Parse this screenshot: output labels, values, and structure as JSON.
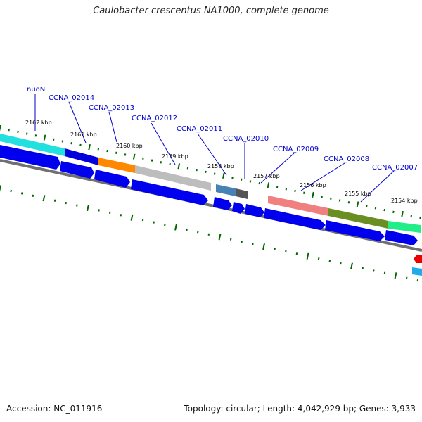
{
  "title": "Caulobacter crescentus NA1000, complete genome",
  "footer": {
    "accession": "Accession: NC_011916",
    "topology": "Topology: circular; Length: 4,042,929 bp; Genes: 3,933"
  },
  "colors": {
    "background": "#ffffff",
    "gene_arrow": "#0000ee",
    "backbone": "#777777",
    "tick": "#006600",
    "gene_label": "#0000cc"
  },
  "kbp_ticks": [
    "2162 kbp",
    "2161 kbp",
    "2160 kbp",
    "2159 kbp",
    "2158 kbp",
    "2157 kbp",
    "2156 kbp",
    "2155 kbp",
    "2154 kbp"
  ],
  "gene_labels": [
    "nuoN",
    "CCNA_02014",
    "CCNA_02013",
    "CCNA_02012",
    "CCNA_02011",
    "CCNA_02010",
    "CCNA_02009",
    "CCNA_02008",
    "CCNA_02007"
  ],
  "feature_bars": [
    {
      "name": "bar-cyan",
      "color": "#22e0e0"
    },
    {
      "name": "bar-blue-1",
      "color": "#0000dd"
    },
    {
      "name": "bar-orange",
      "color": "#ff8800"
    },
    {
      "name": "bar-grey",
      "color": "#bdbdbd"
    },
    {
      "name": "bar-steelblue",
      "color": "#4682b4"
    },
    {
      "name": "bar-darkgrey",
      "color": "#555555"
    },
    {
      "name": "bar-salmon",
      "color": "#f08080"
    },
    {
      "name": "bar-olive",
      "color": "#6b8e23"
    },
    {
      "name": "bar-green",
      "color": "#22ee88"
    }
  ]
}
